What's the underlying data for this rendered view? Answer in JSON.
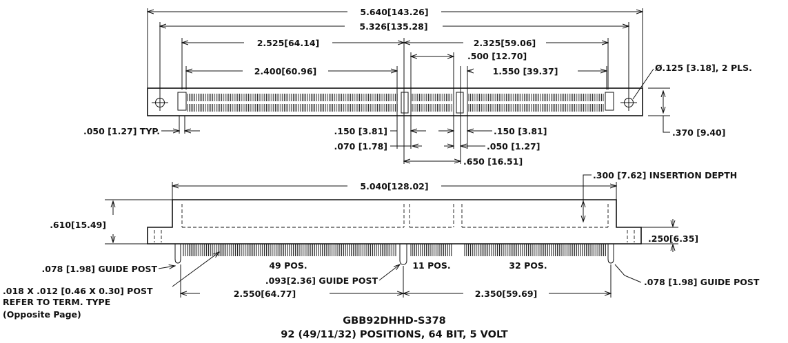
{
  "top_view": {
    "overall_length": "5.640[143.26]",
    "hole_spacing": "5.326[135.28]",
    "left_group_span": "2.525[64.14]",
    "right_group_span": "2.325[59.06]",
    "left_inner_span": "2.400[60.96]",
    "mid_span": ".500 [12.70]",
    "right_inner_span": "1.550 [39.37]",
    "hole_callout": "Ø.125 [3.18], 2 PLS.",
    "pitch": ".050 [1.27] TYP.",
    "key_left": ".150 [3.81]",
    "key_right": ".150 [3.81]",
    "key_gap": ".070 [1.78]",
    "small_pitch": ".050 [1.27]",
    "key_span": ".650 [16.51]",
    "height": ".370 [9.40]"
  },
  "front_view": {
    "body_length": "5.040[128.02]",
    "insertion_depth": ".300 [7.62] INSERTION DEPTH",
    "overall_height": ".610[15.49]",
    "flange_height": ".250[6.35]",
    "guide_post_left": ".078 [1.98] GUIDE POST",
    "guide_post_right": ".078 [1.98] GUIDE POST",
    "guide_post_mid": ".093[2.36] GUIDE POST",
    "pos_a": "49 POS.",
    "pos_b": "11 POS.",
    "pos_c": "32 POS.",
    "post_line1": ".018 X .012 [0.46 X 0.30] POST",
    "post_line2": "REFER TO TERM. TYPE",
    "post_line3": "(Opposite Page)",
    "bottom_left_span": "2.550[64.77]",
    "bottom_right_span": "2.350[59.69]"
  },
  "caption": {
    "part_number": "GBB92DHHD-S378",
    "description": "92 (49/11/32) POSITIONS, 64 BIT, 5 VOLT"
  }
}
